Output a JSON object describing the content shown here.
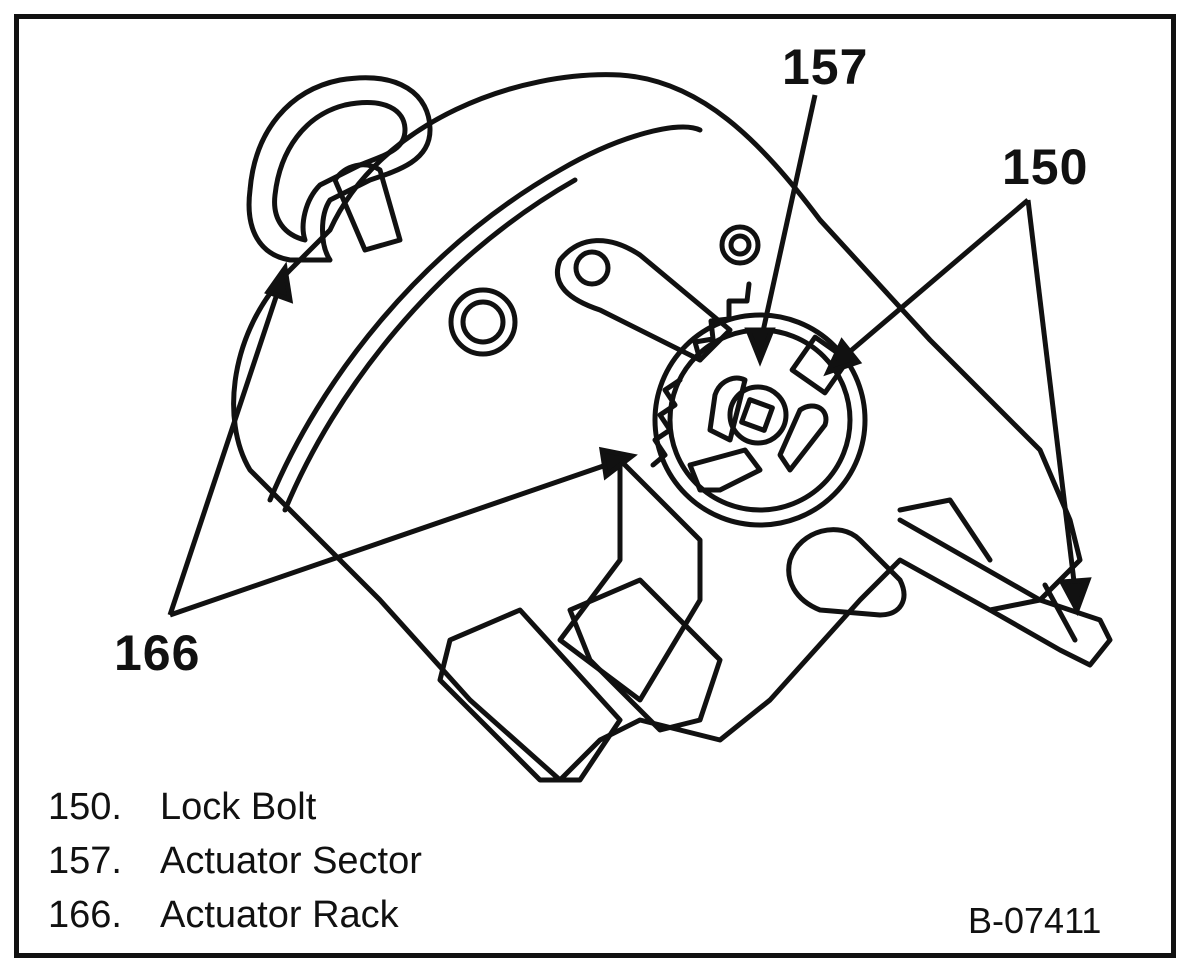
{
  "callouts": {
    "c157": "157",
    "c150": "150",
    "c166": "166"
  },
  "legend": [
    {
      "num": "150.",
      "label": "Lock Bolt"
    },
    {
      "num": "157.",
      "label": "Actuator Sector"
    },
    {
      "num": "166.",
      "label": "Actuator Rack"
    }
  ],
  "figure_id": "B-07411",
  "colors": {
    "ink": "#111111",
    "paper": "#ffffff"
  }
}
